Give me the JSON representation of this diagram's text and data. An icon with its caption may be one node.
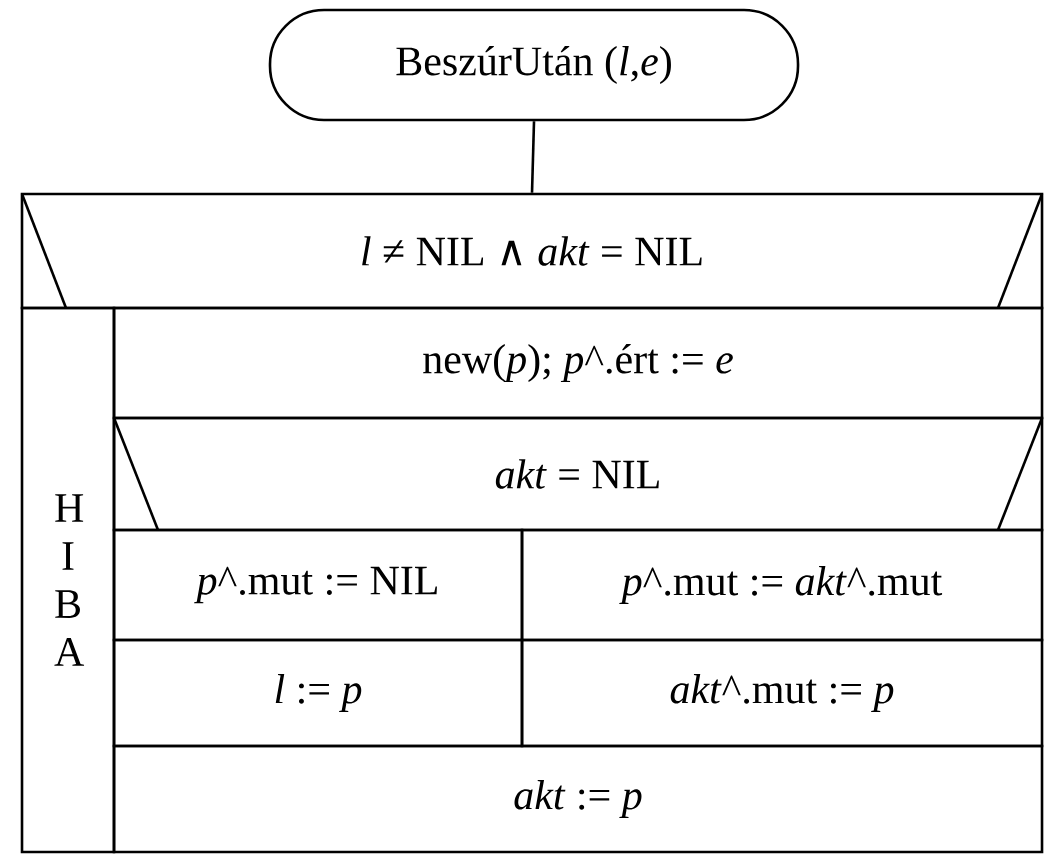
{
  "diagram": {
    "nodes": [
      {
        "text": [
          "BeszúrUtán (*l*,*e*)"
        ]
      },
      {
        "text": [
          "*l* ≠ NIL ∧ *akt* = NIL"
        ]
      },
      {
        "text": [
          "H I B A"
        ]
      },
      {
        "text": [
          "new(*p*); *p*^.ért := *e*"
        ]
      },
      {
        "text": [
          "*akt* = NIL"
        ]
      },
      {
        "text": [
          "*p*^.mut := NIL"
        ]
      },
      {
        "text": [
          "*p*^.mut := *akt*^.mut"
        ]
      },
      {
        "text": [
          "*l* := *p*"
        ]
      },
      {
        "text": [
          "*akt*^.mut := *p*"
        ]
      },
      {
        "text": [
          "*akt* := *p*"
        ]
      }
    ],
    "edges": [
      {
        "from": 0,
        "to": 1,
        "arrow": "none"
      }
    ]
  }
}
